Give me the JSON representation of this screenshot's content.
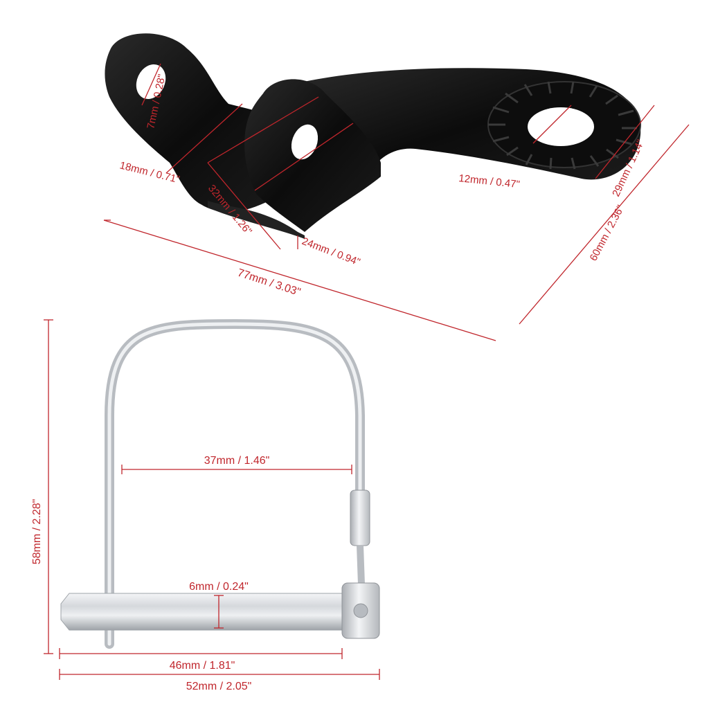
{
  "dimensions": {
    "bracket_hole": "7mm / 0.28\"",
    "bracket_height": "18mm / 0.71\"",
    "bracket_slot": "32mm / 1.26\"",
    "bracket_mid": "24mm / 0.94\"",
    "bracket_length": "77mm / 3.03\"",
    "washer_hole": "12mm / 0.47\"",
    "washer_width": "29mm / 1.14\"",
    "bracket_width": "60mm / 2.36\"",
    "pin_height": "58mm / 2.28\"",
    "pin_inner": "37mm / 1.46\"",
    "pin_dia": "6mm / 0.24\"",
    "pin_length": "46mm / 1.81\"",
    "pin_total": "52mm / 2.05\""
  },
  "colors": {
    "dimension": "#c0262c",
    "bracket": "#111111",
    "metal": "#cfd2d6"
  }
}
